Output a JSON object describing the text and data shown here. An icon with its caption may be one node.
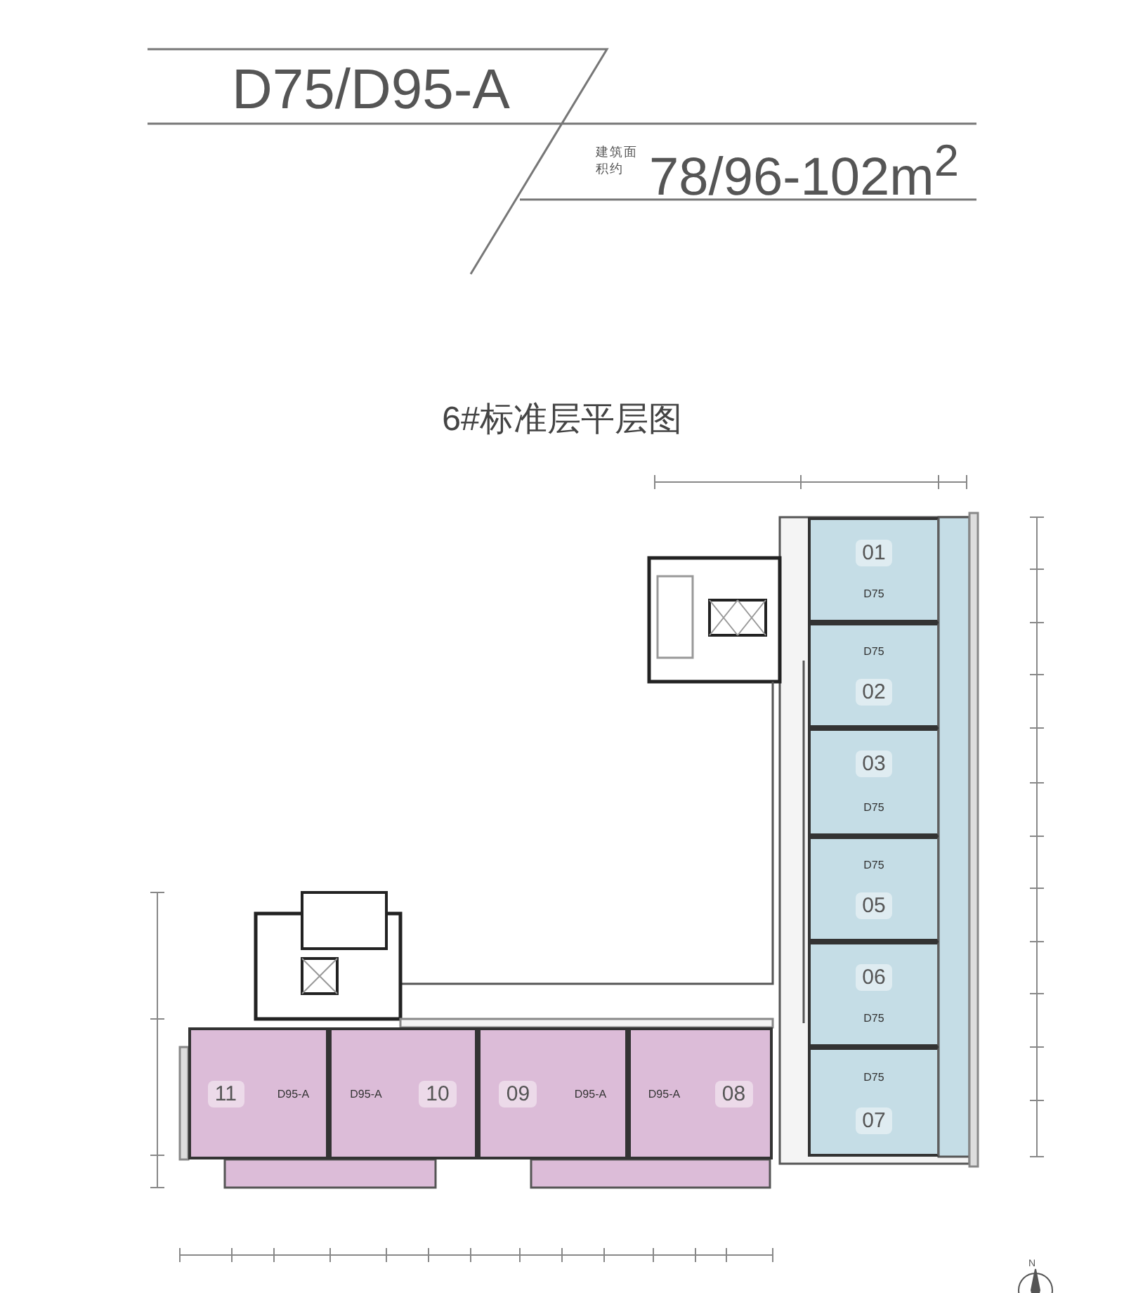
{
  "diagram": {
    "title": "D75/D95-A",
    "nodes": [
      {
        "text": [
          "01",
          "D75"
        ]
      },
      {
        "text": [
          "D75",
          "02"
        ]
      },
      {
        "text": [
          "03",
          "D75"
        ]
      },
      {
        "text": [
          "D75",
          "05"
        ]
      },
      {
        "text": [
          "06",
          "D75"
        ]
      },
      {
        "text": [
          "D75",
          "07"
        ]
      },
      {
        "text": [
          "11",
          "D95-A"
        ]
      },
      {
        "text": [
          "D95-A",
          "10"
        ]
      },
      {
        "text": [
          "09",
          "D95-A"
        ]
      },
      {
        "text": [
          "D95-A",
          "08"
        ]
      }
    ],
    "labels": [
      "建筑面积约",
      "78/96-102m$^{2}$",
      "6#标准层平层图",
      "N"
    ]
  }
}
